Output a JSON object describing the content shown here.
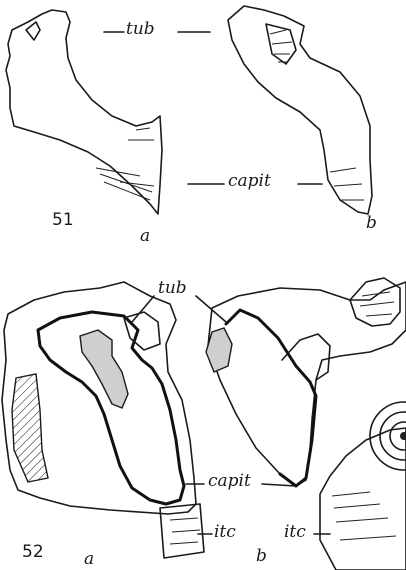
{
  "figure_51": {
    "number": "51",
    "label_a": "a",
    "label_b": "b",
    "tub": "tub",
    "capit": "capit"
  },
  "figure_52": {
    "number": "52",
    "label_a": "a",
    "label_b": "b",
    "tub": "tub",
    "capit": "capit",
    "itc_a": "itc",
    "itc_b": "itc"
  }
}
